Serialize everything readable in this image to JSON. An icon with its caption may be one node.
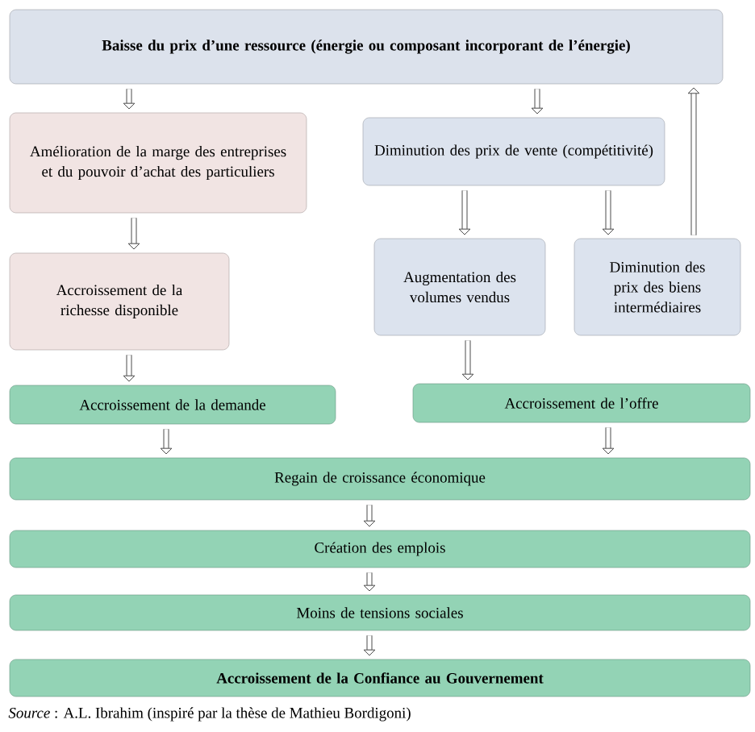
{
  "diagram": {
    "caption": "*Source* : A.L. Ibrahim (inspiré par la thèse de Mathieu Bordigoni)",
    "nodes": [
      {
        "text": [
          "Baisse du prix d’une ressource (énergie ou composant incorporant de l’énergie)"
        ]
      },
      {
        "text": [
          "Amélioration de la marge des entreprises et du pouvoir d’achat des particuliers"
        ]
      },
      {
        "text": [
          "Diminution des prix de vente (compétitivité)"
        ]
      },
      {
        "text": [
          "Accroissement de la richesse disponible"
        ]
      },
      {
        "text": [
          "Augmentation des volumes vendus"
        ]
      },
      {
        "text": [
          "Diminution des prix des biens intermédiaires"
        ]
      },
      {
        "text": [
          "Accroissement de la demande"
        ]
      },
      {
        "text": [
          "Accroissement de l’offre"
        ]
      },
      {
        "text": [
          "Regain de croissance économique"
        ]
      },
      {
        "text": [
          "Création des emplois"
        ]
      },
      {
        "text": [
          "Moins de tensions sociales"
        ]
      },
      {
        "text": [
          "Accroissement de la Confiance au Gouvernement"
        ]
      }
    ],
    "edges": [
      {
        "from": 0,
        "to": 1,
        "arrow": "to"
      },
      {
        "from": 0,
        "to": 2,
        "arrow": "to"
      },
      {
        "from": 1,
        "to": 3,
        "arrow": "to"
      },
      {
        "from": 2,
        "to": 4,
        "arrow": "to"
      },
      {
        "from": 2,
        "to": 5,
        "arrow": "to"
      },
      {
        "from": 5,
        "to": 0,
        "arrow": "to"
      },
      {
        "from": 3,
        "to": 6,
        "arrow": "to"
      },
      {
        "from": 4,
        "to": 7,
        "arrow": "to"
      },
      {
        "from": 6,
        "to": 8,
        "arrow": "to"
      },
      {
        "from": 7,
        "to": 8,
        "arrow": "to"
      },
      {
        "from": 8,
        "to": 9,
        "arrow": "to"
      },
      {
        "from": 9,
        "to": 10,
        "arrow": "to"
      },
      {
        "from": 10,
        "to": 11,
        "arrow": "to"
      }
    ]
  }
}
